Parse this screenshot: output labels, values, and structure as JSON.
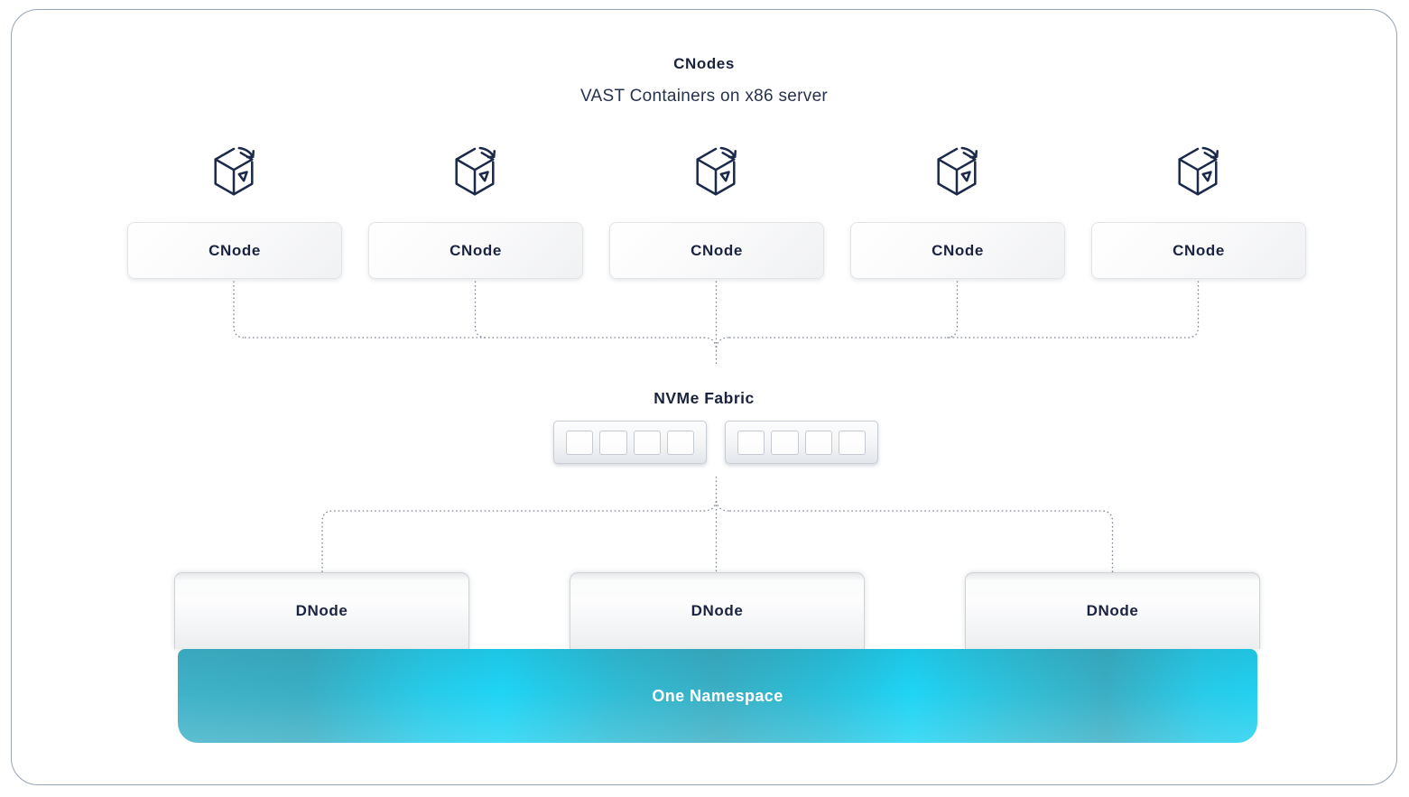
{
  "header": {
    "title": "CNodes",
    "subtitle": "VAST Containers on x86 server"
  },
  "cnode_row": {
    "nodes": [
      {
        "label": "CNode",
        "icon": "container-cube-icon"
      },
      {
        "label": "CNode",
        "icon": "container-cube-icon"
      },
      {
        "label": "CNode",
        "icon": "container-cube-icon"
      },
      {
        "label": "CNode",
        "icon": "container-cube-icon"
      },
      {
        "label": "CNode",
        "icon": "container-cube-icon"
      }
    ]
  },
  "fabric": {
    "title": "NVMe Fabric",
    "switches": [
      {
        "name": "switch",
        "ports": 4
      },
      {
        "name": "switch",
        "ports": 4
      }
    ]
  },
  "dnode_row": {
    "nodes": [
      {
        "label": "DNode"
      },
      {
        "label": "DNode"
      },
      {
        "label": "DNode"
      }
    ]
  },
  "namespace": {
    "label": "One Namespace"
  },
  "colors": {
    "accent_cyan": "#1fd4f4",
    "teal_shadow": "#3aaec3",
    "navy_text": "#1a2440",
    "connector_gray": "#7e8696",
    "card_border": "#97a5b4"
  }
}
